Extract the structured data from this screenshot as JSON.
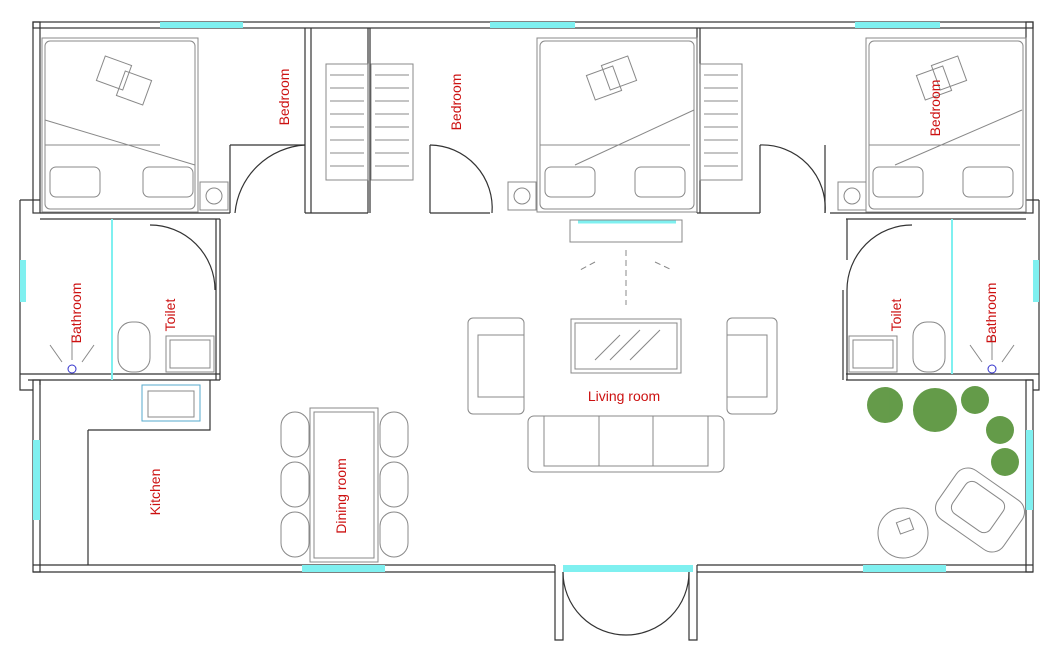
{
  "colors": {
    "label": "#cc1111",
    "window": "#7ff0f0",
    "wall": "#333333",
    "furniture": "#888888",
    "plant": "#4a8a2a"
  },
  "rooms": {
    "bedroom_1": "Bedroom",
    "bedroom_2": "Bedroom",
    "bedroom_3": "Bedroom",
    "bathroom_left": "Bathroom",
    "toilet_left": "Toilet",
    "toilet_right": "Toilet",
    "bathroom_right": "Bathroom",
    "living_room": "Living room",
    "kitchen": "Kitchen",
    "dining_room": "Dining room"
  }
}
